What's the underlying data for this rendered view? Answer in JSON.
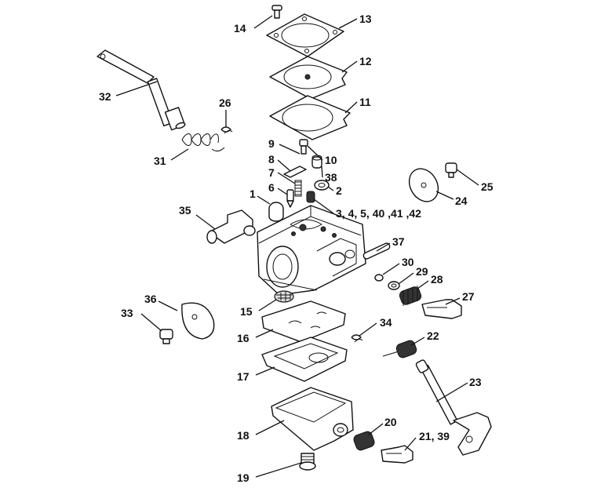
{
  "labels": {
    "l1": "1",
    "l2": "2",
    "l3": "3, 4, 5, 40 ,41 ,42",
    "l6": "6",
    "l7": "7",
    "l8": "8",
    "l9": "9",
    "l10": "10",
    "l11": "11",
    "l12": "12",
    "l13": "13",
    "l14": "14",
    "l15": "15",
    "l16": "16",
    "l17": "17",
    "l18": "18",
    "l19": "19",
    "l20": "20",
    "l21": "21, 39",
    "l22": "22",
    "l23": "23",
    "l24": "24",
    "l25": "25",
    "l26": "26",
    "l27": "27",
    "l28": "28",
    "l29": "29",
    "l30": "30",
    "l31": "31",
    "l32": "32",
    "l33": "33",
    "l34": "34",
    "l35": "35",
    "l36": "36",
    "l37": "37",
    "l38": "38"
  }
}
